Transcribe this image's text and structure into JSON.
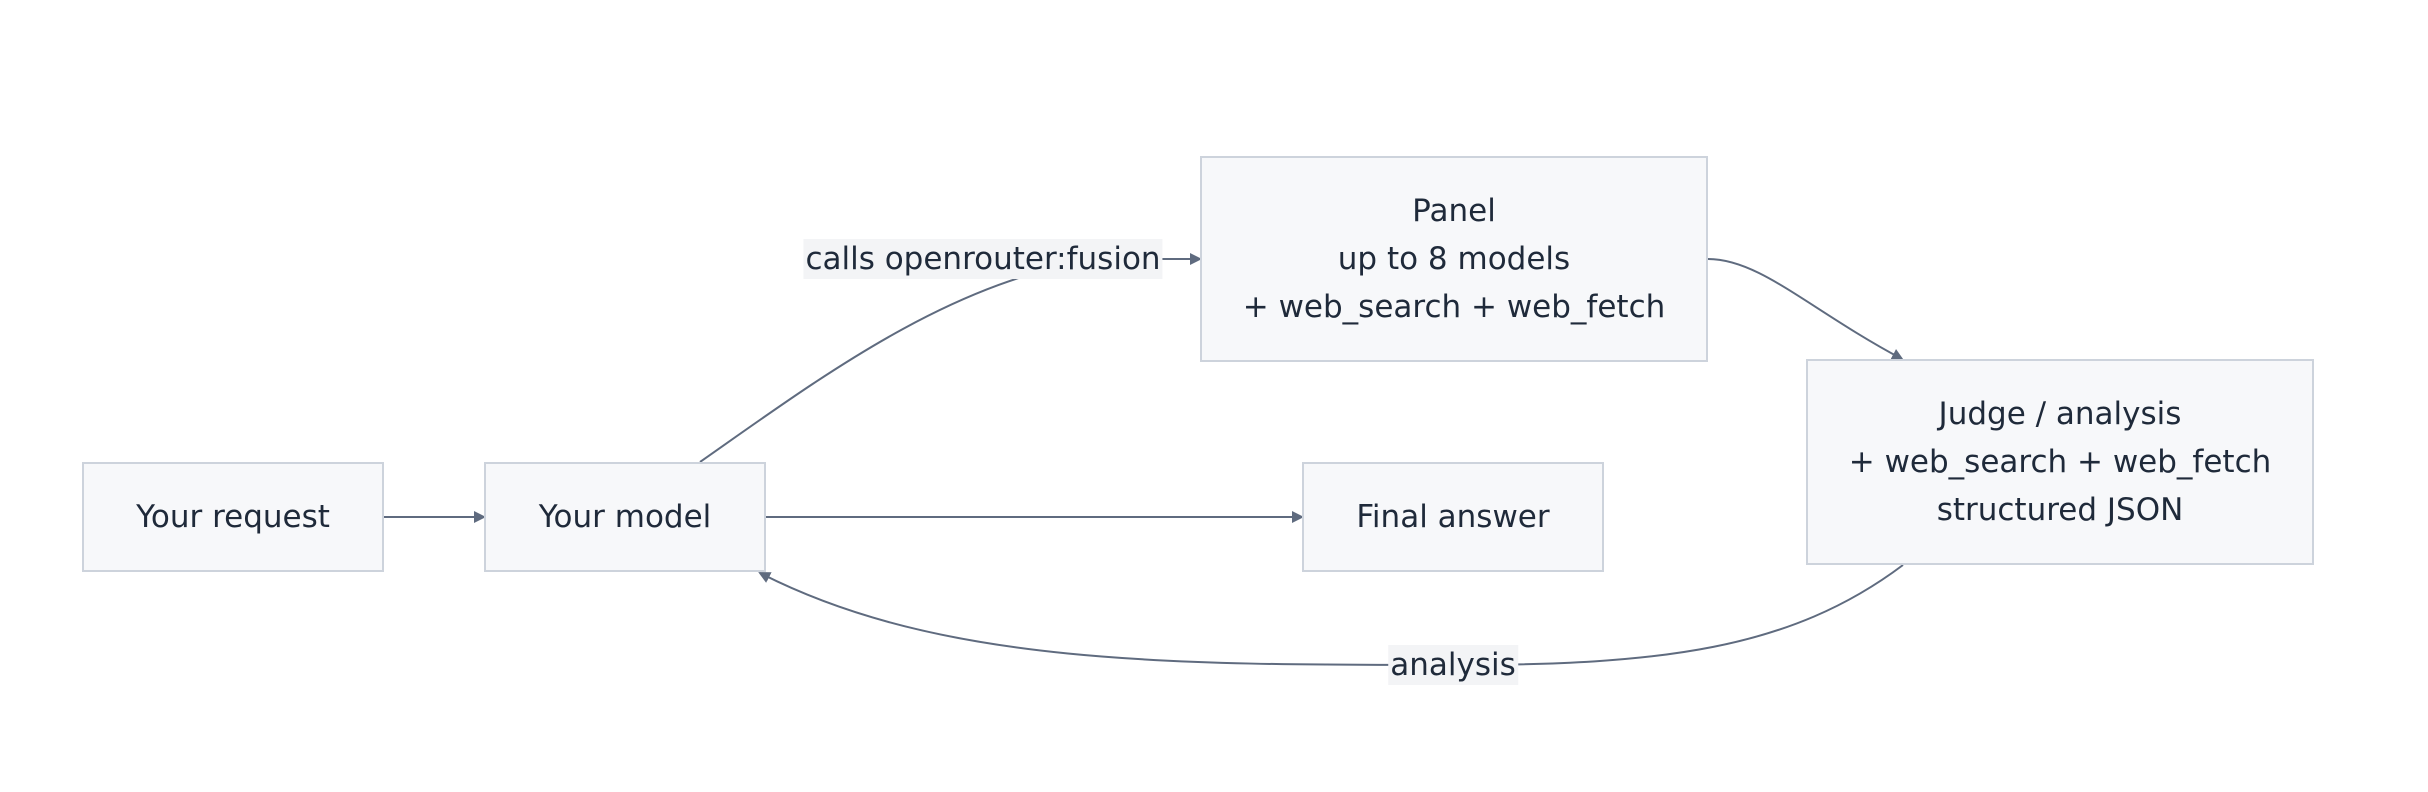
{
  "nodes": {
    "request": {
      "label": "Your request"
    },
    "model": {
      "label": "Your model"
    },
    "final": {
      "label": "Final answer"
    },
    "panel": {
      "lines": [
        "Panel",
        "up to 8 models",
        "+ web_search + web_fetch"
      ]
    },
    "judge": {
      "lines": [
        "Judge / analysis",
        "+ web_search + web_fetch",
        "structured JSON"
      ]
    }
  },
  "edges": {
    "calls_label": "calls openrouter:fusion",
    "analysis_label": "analysis"
  },
  "colors": {
    "node_fill": "#f7f8fa",
    "node_border": "#cdd3dc",
    "edge": "#5f6b7f",
    "text": "#1f2a3a",
    "label_bg": "#f3f4f6"
  }
}
